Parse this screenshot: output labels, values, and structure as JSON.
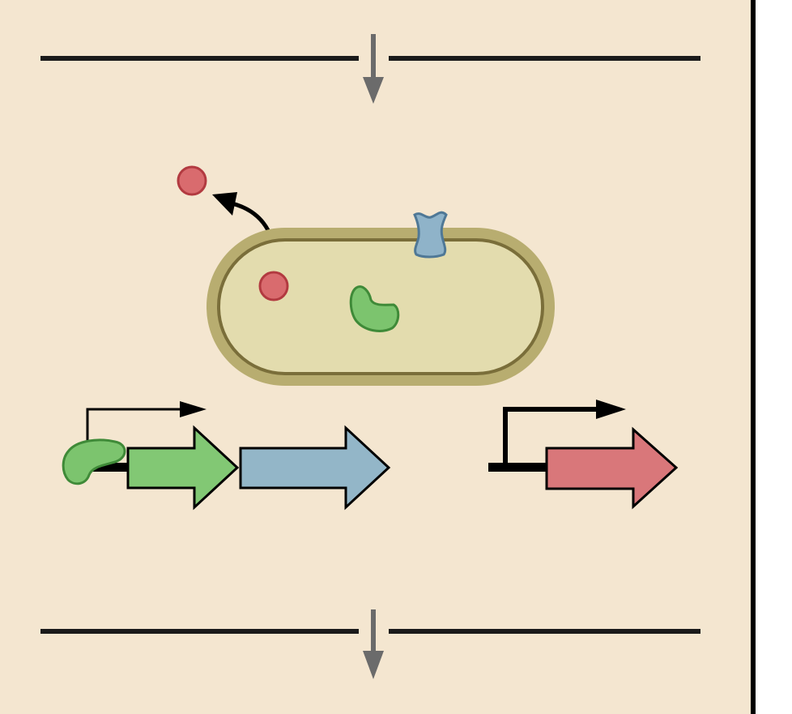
{
  "diagram": {
    "colors": {
      "panel_background": "#f4e6d0",
      "panel_border": "#000000",
      "separator_line": "#1a1a1a",
      "separator_arrow": "#6b6b6b",
      "cell_membrane": "#b8ad70",
      "cell_inner_outline": "#7a6e3a",
      "cytoplasm": "#e3dcae",
      "signal_molecule": "#d96b6e",
      "signal_outline": "#b23a40",
      "export_arrow": "#000000",
      "transporter": "#8fb3c9",
      "transporter_outline": "#4f7896",
      "regulator_protein": "#7cc46e",
      "regulator_outline": "#3f8a38",
      "gene_regulator": "#82c874",
      "gene_transporter": "#93b6c8",
      "gene_reporter": "#d9777a",
      "promoter_arrow": "#000000",
      "dna_line": "#000000"
    },
    "icons": {
      "top_separator": "separator-down-arrow-icon",
      "bottom_separator": "separator-down-arrow-icon",
      "cell": "bacterial-cell-icon",
      "molecule": "signal-molecule-icon",
      "transporter": "membrane-transporter-icon",
      "regulator": "regulator-protein-icon",
      "promoter": "promoter-arrow-icon",
      "gene": "gene-arrow-icon"
    },
    "genes": [
      {
        "role": "regulator",
        "color_key": "gene_regulator"
      },
      {
        "role": "transporter",
        "color_key": "gene_transporter"
      },
      {
        "role": "reporter",
        "color_key": "gene_reporter"
      }
    ]
  }
}
